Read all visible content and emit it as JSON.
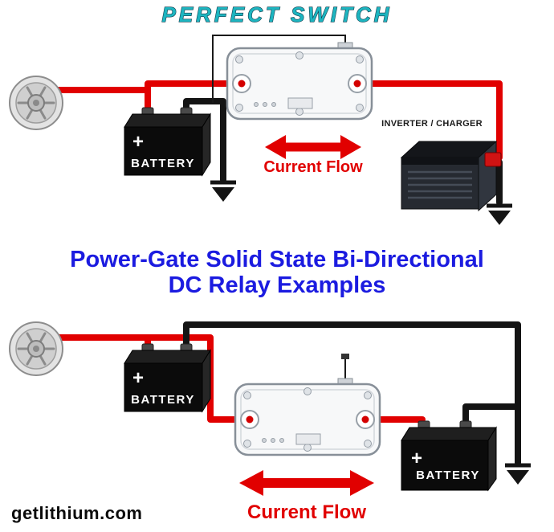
{
  "brand": {
    "logo_text": "PERFECT SWITCH"
  },
  "title": {
    "line1": "Power-Gate Solid State Bi-Directional",
    "line2": "DC Relay Examples"
  },
  "top_diagram": {
    "battery_label": "BATTERY",
    "battery_plus": "+",
    "inverter_label": "INVERTER / CHARGER",
    "current_flow": "Current Flow"
  },
  "bottom_diagram": {
    "battery_left_label": "BATTERY",
    "battery_left_plus": "+",
    "battery_right_label": "BATTERY",
    "battery_right_plus": "+",
    "current_flow": "Current Flow"
  },
  "footer": {
    "website": "getlithium.com"
  },
  "colors": {
    "wire_red": "#e10000",
    "wire_black": "#141414",
    "title_blue": "#1b1be0",
    "brand_teal": "#1db5c0",
    "flow_red": "#e10000"
  }
}
